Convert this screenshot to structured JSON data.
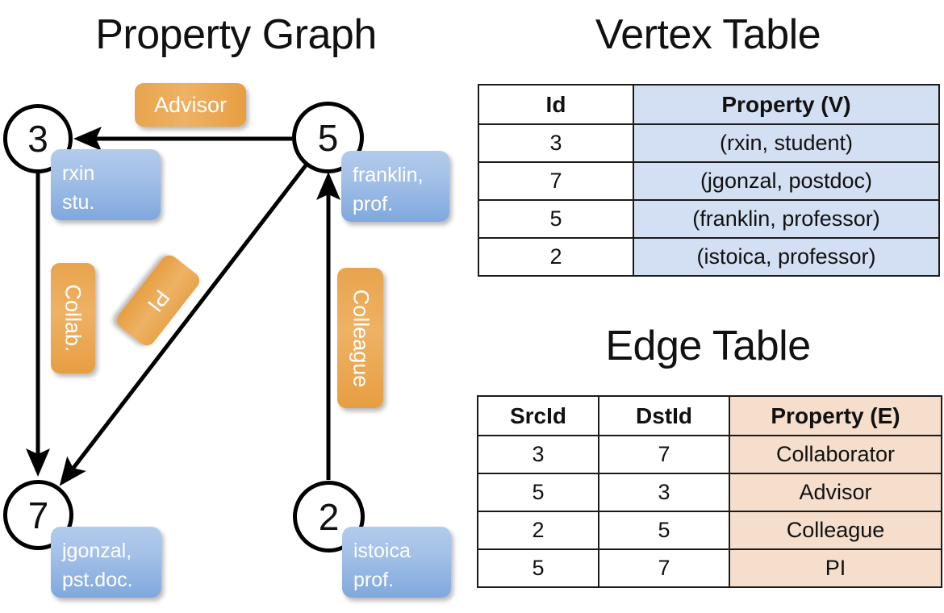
{
  "titles": {
    "property_graph": "Property Graph",
    "vertex_table": "Vertex Table",
    "edge_table": "Edge Table"
  },
  "graph": {
    "nodes": [
      {
        "id": "3",
        "property_line1": "rxin",
        "property_line2": "stu."
      },
      {
        "id": "5",
        "property_line1": "franklin,",
        "property_line2": "prof."
      },
      {
        "id": "7",
        "property_line1": "jgonzal,",
        "property_line2": "pst.doc."
      },
      {
        "id": "2",
        "property_line1": "istoica",
        "property_line2": "prof."
      }
    ],
    "edge_labels": [
      {
        "name": "advisor",
        "text": "Advisor"
      },
      {
        "name": "collab",
        "text": "Collab."
      },
      {
        "name": "pi",
        "text": "PI"
      },
      {
        "name": "colleague",
        "text": "Colleague"
      }
    ]
  },
  "vertex_table": {
    "headers": [
      "Id",
      "Property (V)"
    ],
    "rows": [
      {
        "id": "3",
        "property": "(rxin, student)"
      },
      {
        "id": "7",
        "property": "(jgonzal, postdoc)"
      },
      {
        "id": "5",
        "property": "(franklin, professor)"
      },
      {
        "id": "2",
        "property": "(istoica, professor)"
      }
    ]
  },
  "edge_table": {
    "headers": [
      "SrcId",
      "DstId",
      "Property (E)"
    ],
    "rows": [
      {
        "src": "3",
        "dst": "7",
        "property": "Collaborator"
      },
      {
        "src": "5",
        "dst": "3",
        "property": "Advisor"
      },
      {
        "src": "2",
        "dst": "5",
        "property": "Colleague"
      },
      {
        "src": "5",
        "dst": "7",
        "property": "PI"
      }
    ]
  },
  "colors": {
    "vertex_property_fill": "#d3dff2",
    "edge_property_fill": "#f5decb",
    "node_box_blue": "#a3c0e7",
    "edge_label_orange": "#eeb264",
    "stroke": "#000000"
  }
}
